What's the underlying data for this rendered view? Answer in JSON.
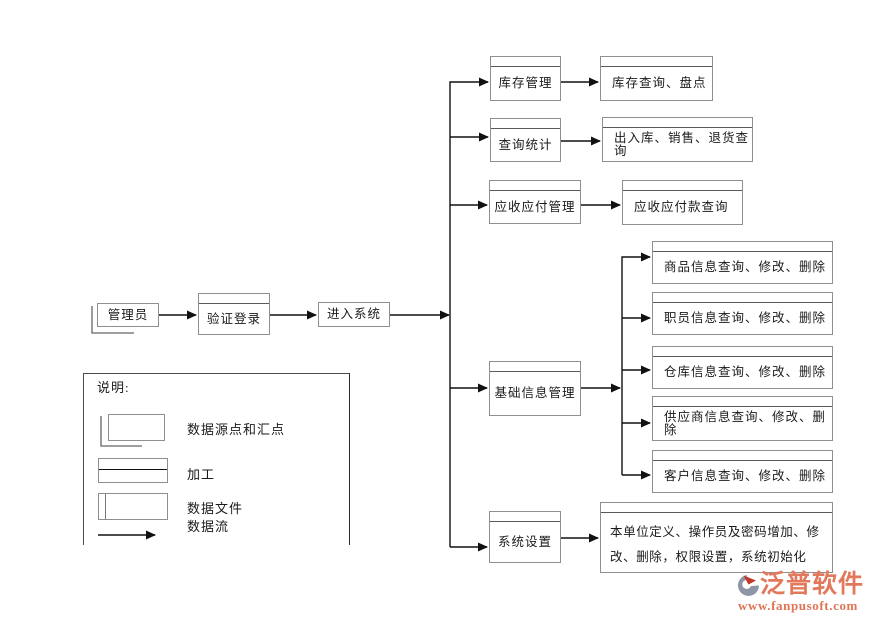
{
  "diagram": {
    "nodes": {
      "admin": {
        "label": "管理员",
        "type": "数据源点和汇点"
      },
      "login": {
        "label": "验证登录",
        "type": "加工"
      },
      "enter": {
        "label": "进入系统",
        "type": "加工"
      },
      "inventory": {
        "label": "库存管理",
        "type": "加工"
      },
      "inventory_detail": {
        "label": "库存查询、盘点",
        "type": "加工"
      },
      "query_stats": {
        "label": "查询统计",
        "type": "加工"
      },
      "query_detail": {
        "label": "出入库、销售、退货查询",
        "type": "加工"
      },
      "ar_ap": {
        "label": "应收应付管理",
        "type": "加工"
      },
      "ar_ap_detail": {
        "label": "应收应付款查询",
        "type": "加工"
      },
      "base_info": {
        "label": "基础信息管理",
        "type": "加工"
      },
      "goods": {
        "label": "商品信息查询、修改、删除",
        "type": "加工"
      },
      "staff": {
        "label": "职员信息查询、修改、删除",
        "type": "加工"
      },
      "warehouse": {
        "label": "仓库信息查询、修改、删除",
        "type": "加工"
      },
      "supplier": {
        "label": "供应商信息查询、修改、删除",
        "type": "加工"
      },
      "customer": {
        "label": "客户信息查询、修改、删除",
        "type": "加工"
      },
      "system": {
        "label": "系统设置",
        "type": "加工"
      },
      "system_detail": {
        "label": "本单位定义、操作员及密码增加、修改、删除，权限设置，系统初始化",
        "type": "加工"
      }
    },
    "legend": {
      "title": "说明:",
      "items": [
        {
          "label": "数据源点和汇点"
        },
        {
          "label": "加工"
        },
        {
          "label": "数据文件"
        },
        {
          "label": "数据流"
        }
      ]
    }
  },
  "watermark": {
    "brand": "泛普软件",
    "url": "www.fanpusoft.com",
    "colors": {
      "text": "#e2795c",
      "url_text": "#df7556",
      "mark_gray": "#8d95a6",
      "mark_red": "#c2392a"
    }
  }
}
